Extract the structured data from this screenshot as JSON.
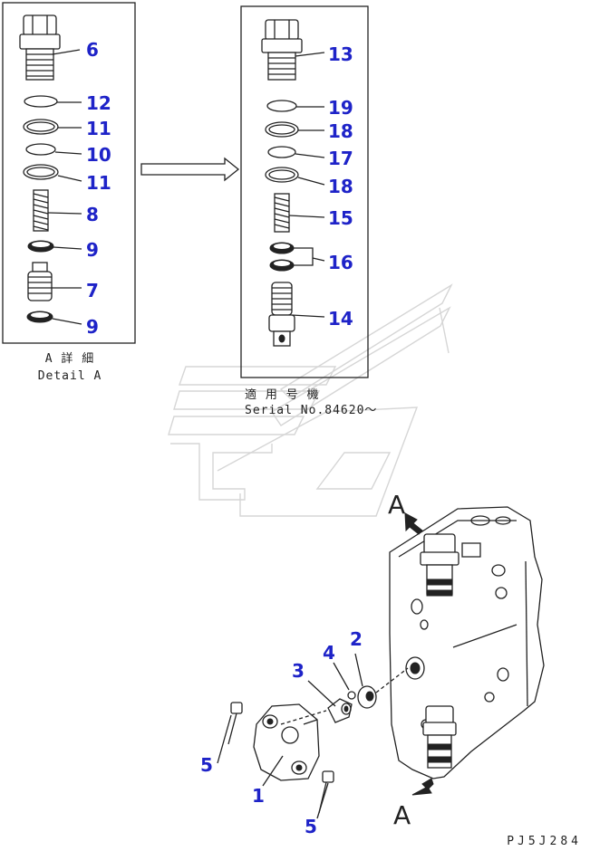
{
  "detail_a": {
    "caption_jp": "A 詳 細",
    "caption_en": "Detail A",
    "callouts": [
      "6",
      "12",
      "11",
      "10",
      "11",
      "8",
      "9",
      "7",
      "9"
    ]
  },
  "serial_detail": {
    "caption_jp": "適 用 号 機",
    "caption_en": "Serial No.84620～",
    "callouts": [
      "13",
      "19",
      "18",
      "17",
      "18",
      "15",
      "16",
      "14"
    ]
  },
  "assembly": {
    "callouts": [
      "2",
      "4",
      "3",
      "5",
      "1",
      "5"
    ],
    "view_marks": [
      "A",
      "A"
    ]
  },
  "drawing_code": "PJ5J284",
  "colors": {
    "callout": "#1e23c8",
    "line": "#222222",
    "watermark": "#d6d6d6"
  }
}
